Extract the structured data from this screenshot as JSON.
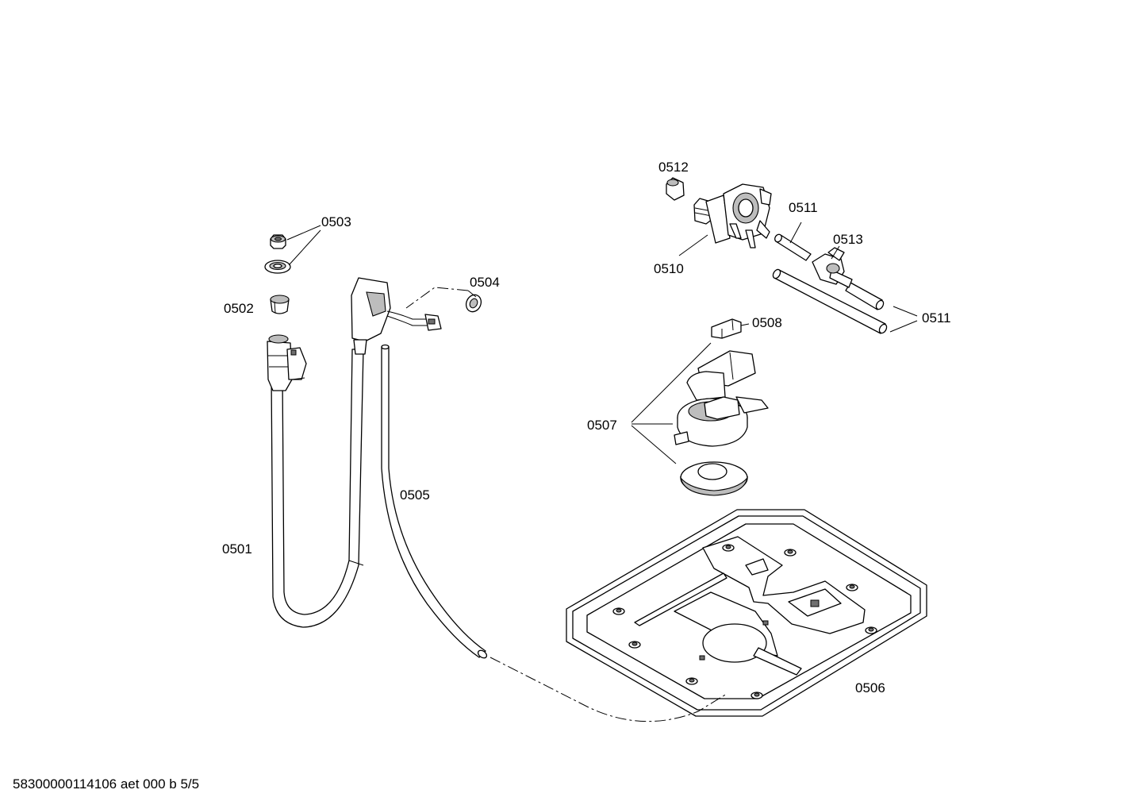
{
  "labels": {
    "p0501": "0501",
    "p0502": "0502",
    "p0503": "0503",
    "p0504": "0504",
    "p0505": "0505",
    "p0506": "0506",
    "p0507": "0507",
    "p0508": "0508",
    "p0510": "0510",
    "p0511_top": "0511",
    "p0511_bottom": "0511",
    "p0512": "0512",
    "p0513": "0513"
  },
  "footer": {
    "code": "58300000114106 aet 000 b 5/5"
  }
}
